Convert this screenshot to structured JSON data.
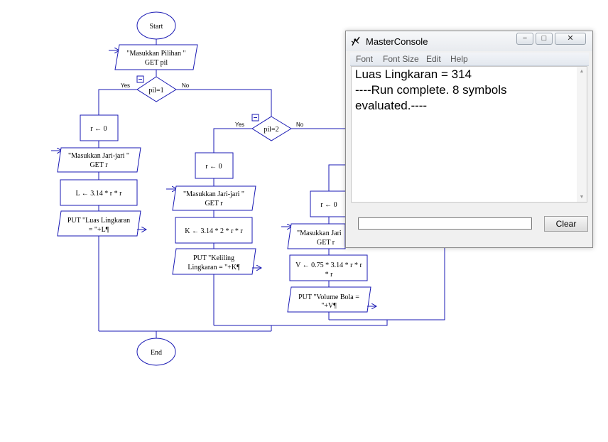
{
  "flowchart": {
    "start": "Start",
    "end": "End",
    "input_pil": [
      "\"Masukkan Pilihan \"",
      "GET pil"
    ],
    "decision1": "pil=1",
    "decision2": "pil=2",
    "yes": "Yes",
    "no": "No",
    "branch1": {
      "assign": "r ← 0",
      "input": [
        "\"Masukkan Jari-jari \"",
        "GET r"
      ],
      "calc": "L ← 3.14 * r * r",
      "output": [
        "PUT \"Luas Lingkaran",
        "= \"+L¶"
      ]
    },
    "branch2": {
      "assign": "r ← 0",
      "input": [
        "\"Masukkan Jari-jari \"",
        "GET r"
      ],
      "calc": "K ← 3.14 * 2 * r * r",
      "output": [
        "PUT \"Keliling",
        "Lingkaran = \"+K¶"
      ]
    },
    "branch3": {
      "assign": "r ← 0",
      "input": [
        "\"Masukkan Jari",
        "GET r"
      ],
      "calc": [
        "V ← 0.75 * 3.14 * r * r",
        "* r"
      ],
      "output": [
        "PUT \"Volume Bola =",
        "\"+V¶"
      ]
    }
  },
  "console": {
    "title": "MasterConsole",
    "menu": [
      "Font",
      "Font Size",
      "Edit",
      "Help"
    ],
    "output_lines": [
      "Luas Lingkaran = 314",
      "----Run complete.  8 symbols",
      "evaluated.----"
    ],
    "input_value": "",
    "clear_label": "Clear",
    "window_buttons": {
      "minimize": "−",
      "maximize": "□",
      "close": "✕"
    }
  },
  "colors": {
    "flow_line": "#1a1ab4"
  }
}
